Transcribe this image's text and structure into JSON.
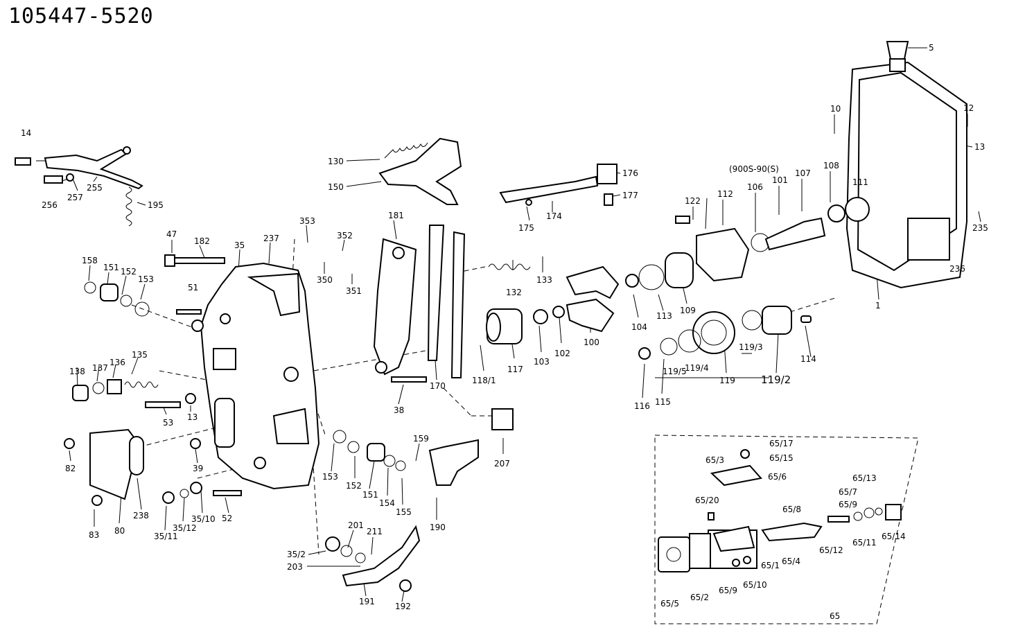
{
  "title": "105447-5520",
  "callouts": [
    {
      "id": "c-14",
      "text": "14"
    },
    {
      "id": "c-256",
      "text": "256"
    },
    {
      "id": "c-257",
      "text": "257"
    },
    {
      "id": "c-255",
      "text": "255"
    },
    {
      "id": "c-195",
      "text": "195"
    },
    {
      "id": "c-130",
      "text": "130"
    },
    {
      "id": "c-150",
      "text": "150"
    },
    {
      "id": "c-176",
      "text": "176"
    },
    {
      "id": "c-177",
      "text": "177"
    },
    {
      "id": "c-174",
      "text": "174"
    },
    {
      "id": "c-175",
      "text": "175"
    },
    {
      "id": "c-10",
      "text": "10"
    },
    {
      "id": "c-12",
      "text": "12"
    },
    {
      "id": "c-13a",
      "text": "13"
    },
    {
      "id": "c-5",
      "text": "5"
    },
    {
      "id": "c-235",
      "text": "235"
    },
    {
      "id": "c-236",
      "text": "236"
    },
    {
      "id": "c-1",
      "text": "1"
    },
    {
      "id": "c-122",
      "text": "122"
    },
    {
      "id": "c-112",
      "text": "112"
    },
    {
      "id": "c-1900s",
      "text": "(900S-90(S)"
    },
    {
      "id": "c-106",
      "text": "106"
    },
    {
      "id": "c-101",
      "text": "101"
    },
    {
      "id": "c-107",
      "text": "107"
    },
    {
      "id": "c-108",
      "text": "108"
    },
    {
      "id": "c-111",
      "text": "111"
    },
    {
      "id": "c-47",
      "text": "47"
    },
    {
      "id": "c-182",
      "text": "182"
    },
    {
      "id": "c-35",
      "text": "35"
    },
    {
      "id": "c-237",
      "text": "237"
    },
    {
      "id": "c-353",
      "text": "353"
    },
    {
      "id": "c-352",
      "text": "352"
    },
    {
      "id": "c-350",
      "text": "350"
    },
    {
      "id": "c-351",
      "text": "351"
    },
    {
      "id": "c-181",
      "text": "181"
    },
    {
      "id": "c-158",
      "text": "158"
    },
    {
      "id": "c-151a",
      "text": "151"
    },
    {
      "id": "c-152a",
      "text": "152"
    },
    {
      "id": "c-153a",
      "text": "153"
    },
    {
      "id": "c-51",
      "text": "51"
    },
    {
      "id": "c-132",
      "text": "132"
    },
    {
      "id": "c-133",
      "text": "133"
    },
    {
      "id": "c-100",
      "text": "100"
    },
    {
      "id": "c-102",
      "text": "102"
    },
    {
      "id": "c-103",
      "text": "103"
    },
    {
      "id": "c-117",
      "text": "117"
    },
    {
      "id": "c-118-1",
      "text": "118/1"
    },
    {
      "id": "c-104",
      "text": "104"
    },
    {
      "id": "c-113",
      "text": "113"
    },
    {
      "id": "c-109",
      "text": "109"
    },
    {
      "id": "c-138",
      "text": "138"
    },
    {
      "id": "c-137",
      "text": "137"
    },
    {
      "id": "c-136",
      "text": "136"
    },
    {
      "id": "c-135",
      "text": "135"
    },
    {
      "id": "c-53",
      "text": "53"
    },
    {
      "id": "c-13b",
      "text": "13"
    },
    {
      "id": "c-38",
      "text": "38"
    },
    {
      "id": "c-170",
      "text": "170"
    },
    {
      "id": "c-116",
      "text": "116"
    },
    {
      "id": "c-115",
      "text": "115"
    },
    {
      "id": "c-119-5",
      "text": "119/5"
    },
    {
      "id": "c-119-4",
      "text": "119/4"
    },
    {
      "id": "c-119",
      "text": "119"
    },
    {
      "id": "c-119-3",
      "text": "119/3"
    },
    {
      "id": "c-119-2",
      "text": "119/2"
    },
    {
      "id": "c-114",
      "text": "114"
    },
    {
      "id": "c-82",
      "text": "82"
    },
    {
      "id": "c-39",
      "text": "39"
    },
    {
      "id": "c-83",
      "text": "83"
    },
    {
      "id": "c-80",
      "text": "80"
    },
    {
      "id": "c-238",
      "text": "238"
    },
    {
      "id": "c-35-11",
      "text": "35/11"
    },
    {
      "id": "c-35-12",
      "text": "35/12"
    },
    {
      "id": "c-35-10",
      "text": "35/10"
    },
    {
      "id": "c-52",
      "text": "52"
    },
    {
      "id": "c-153b",
      "text": "153"
    },
    {
      "id": "c-152b",
      "text": "152"
    },
    {
      "id": "c-151b",
      "text": "151"
    },
    {
      "id": "c-154",
      "text": "154"
    },
    {
      "id": "c-155",
      "text": "155"
    },
    {
      "id": "c-159",
      "text": "159"
    },
    {
      "id": "c-190",
      "text": "190"
    },
    {
      "id": "c-207",
      "text": "207"
    },
    {
      "id": "c-35-2",
      "text": "35/2"
    },
    {
      "id": "c-201",
      "text": "201"
    },
    {
      "id": "c-211",
      "text": "211"
    },
    {
      "id": "c-203",
      "text": "203"
    },
    {
      "id": "c-191",
      "text": "191"
    },
    {
      "id": "c-192",
      "text": "192"
    },
    {
      "id": "c-65-17",
      "text": "65/17"
    },
    {
      "id": "c-65-15",
      "text": "65/15"
    },
    {
      "id": "c-65-3",
      "text": "65/3"
    },
    {
      "id": "c-65-6",
      "text": "65/6"
    },
    {
      "id": "c-65-20",
      "text": "65/20"
    },
    {
      "id": "c-65-7",
      "text": "65/7"
    },
    {
      "id": "c-65-9a",
      "text": "65/9"
    },
    {
      "id": "c-65-13",
      "text": "65/13"
    },
    {
      "id": "c-65-8",
      "text": "65/8"
    },
    {
      "id": "c-65-12",
      "text": "65/12"
    },
    {
      "id": "c-65-11",
      "text": "65/11"
    },
    {
      "id": "c-65-14",
      "text": "65/14"
    },
    {
      "id": "c-65-1",
      "text": "65/1"
    },
    {
      "id": "c-65-4",
      "text": "65/4"
    },
    {
      "id": "c-65-5",
      "text": "65/5"
    },
    {
      "id": "c-65-2",
      "text": "65/2"
    },
    {
      "id": "c-65-9b",
      "text": "65/9"
    },
    {
      "id": "c-65-10",
      "text": "65/10"
    },
    {
      "id": "c-65",
      "text": "65"
    }
  ]
}
